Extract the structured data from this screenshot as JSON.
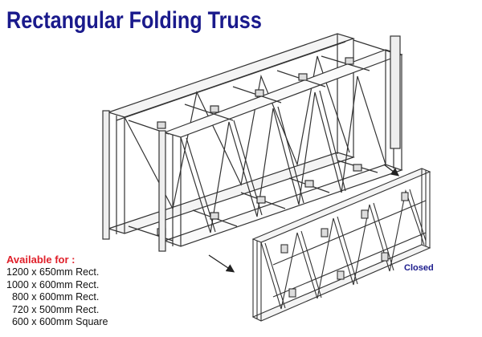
{
  "title": "Rectangular Folding Truss",
  "availability": {
    "heading": "Available for :",
    "sizes": [
      "1200 x 650mm Rect.",
      "1000 x 600mm Rect.",
      "  800 x 600mm Rect.",
      "  720 x 500mm Rect.",
      "  600 x 600mm Square"
    ]
  },
  "labels": {
    "closed": "Closed"
  },
  "colors": {
    "title": "#1a1a8c",
    "heading": "#e0202a",
    "closed": "#1a1a8c",
    "line": "#333333"
  },
  "icons": [
    "open-truss-drawing",
    "closed-truss-drawing",
    "arrow-icon"
  ]
}
